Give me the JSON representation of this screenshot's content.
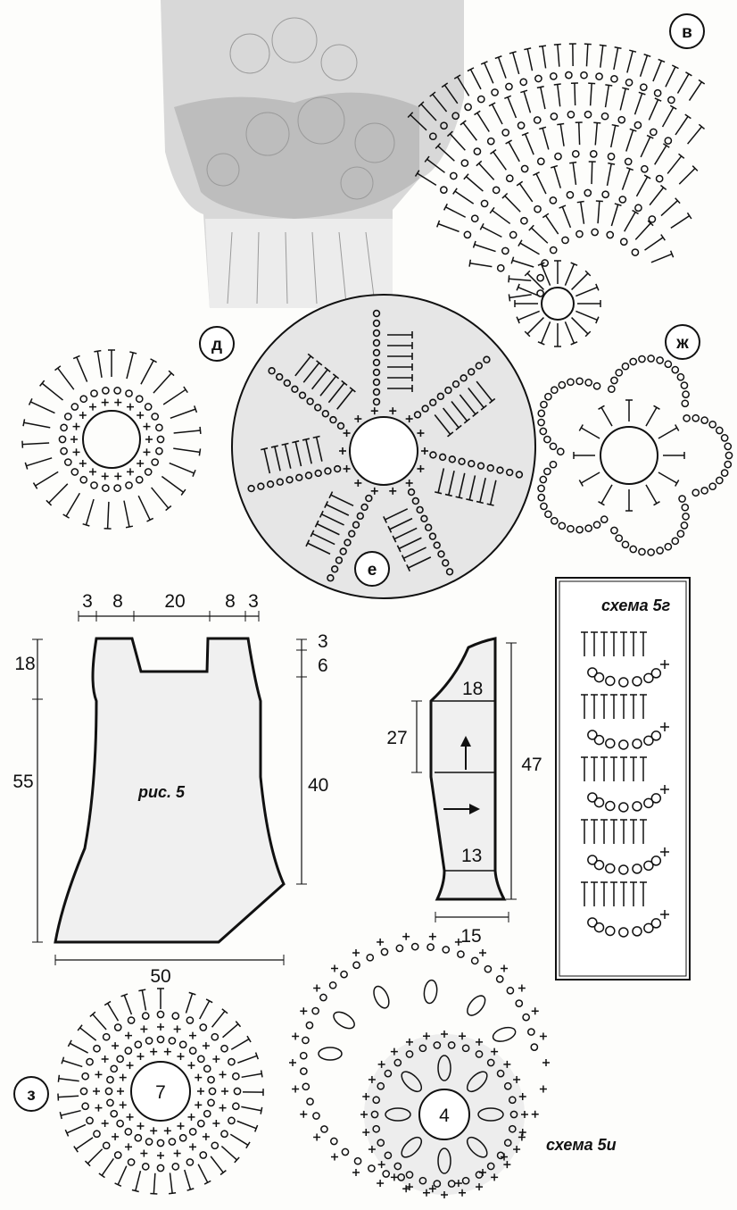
{
  "labels": {
    "v": "в",
    "d": "д",
    "zh": "ж",
    "e": "е",
    "z": "з"
  },
  "schemes": {
    "g": "схема 5г",
    "i": "схема 5и"
  },
  "figure": {
    "caption": "рис. 5"
  },
  "body_pattern": {
    "top_widths": [
      "3",
      "8",
      "20",
      "8",
      "3"
    ],
    "left_heights": [
      "18",
      "55"
    ],
    "right_heights": [
      "3",
      "6",
      "40"
    ],
    "bottom_width": "50"
  },
  "sleeve_pattern": {
    "top_section": "18",
    "lower_section": "13",
    "cap_height": "27",
    "total_length": "47",
    "cuff_width": "15"
  },
  "motifs": {
    "z_center": "7",
    "i_center": "4"
  },
  "colors": {
    "ink": "#111111",
    "paper": "#fdfdfb",
    "photo": "#cfcfcf"
  }
}
